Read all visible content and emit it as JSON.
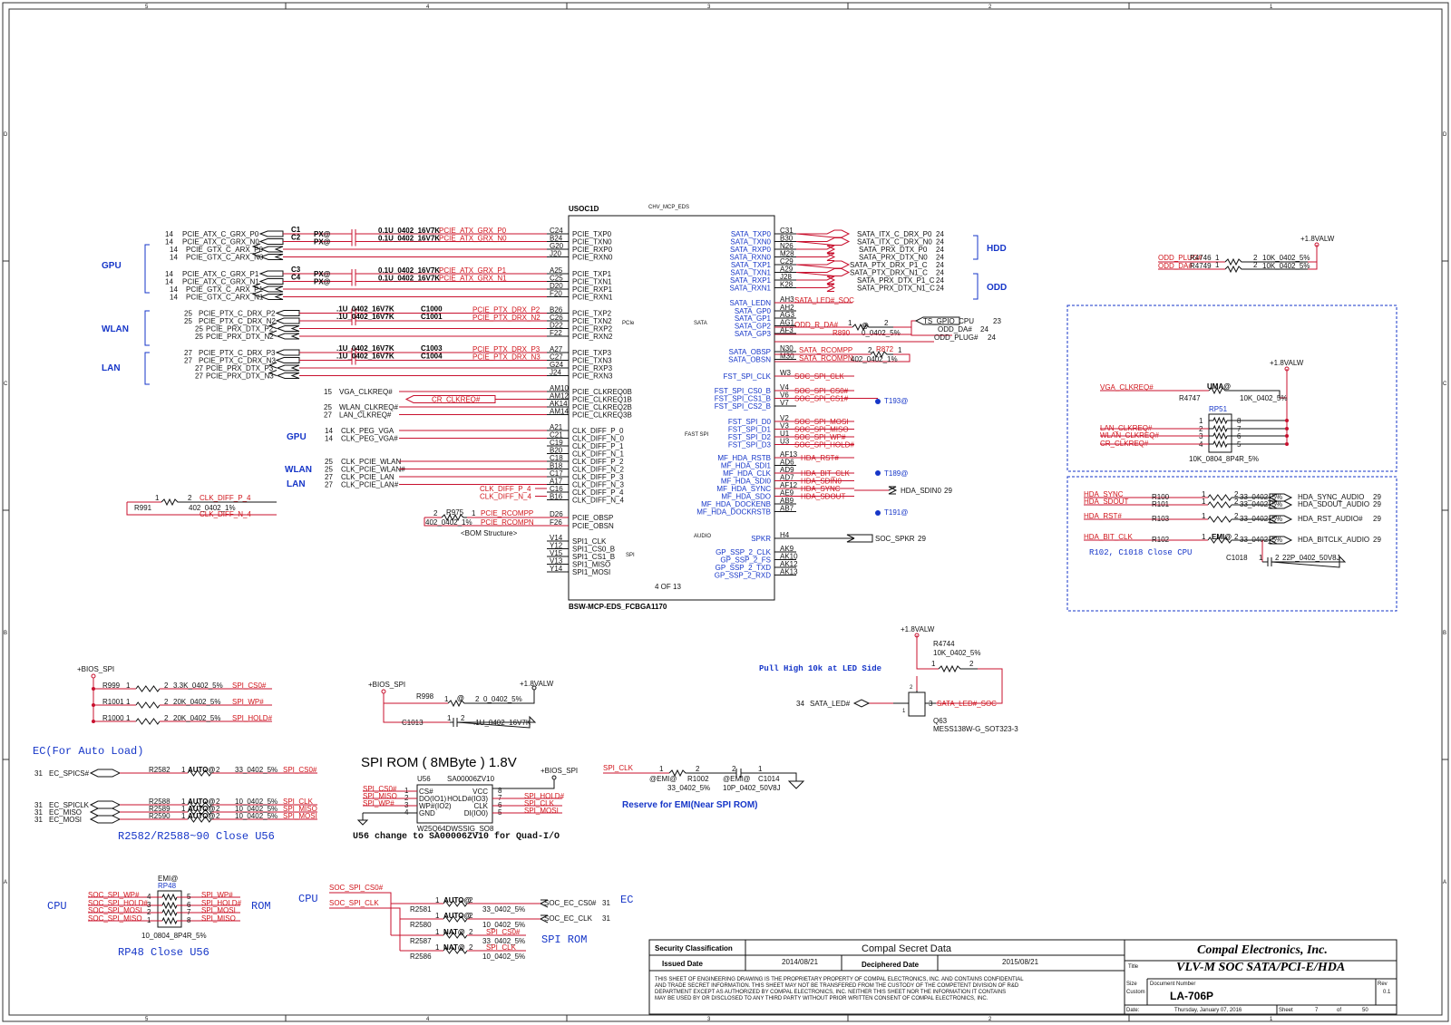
{
  "soc": {
    "ref": "USOC1D",
    "variant": "CHV_MCP_EDS",
    "part": "BSW-MCP-EDS_FCBGA1170",
    "sheet_of": "4 OF 13",
    "sec_pcie": "PCIe",
    "sec_sata": "SATA",
    "sec_fastspi": "FAST SPI",
    "sec_audio": "AUDIO",
    "sec_spi": "SPI",
    "left_pins": [
      {
        "ball": "C24",
        "name": "PCIE_TXP0"
      },
      {
        "ball": "B24",
        "name": "PCIE_TXN0"
      },
      {
        "ball": "G20",
        "name": "PCIE_RXP0"
      },
      {
        "ball": "J20",
        "name": "PCIE_RXN0"
      },
      {
        "ball": "A25",
        "name": "PCIE_TXP1"
      },
      {
        "ball": "C25",
        "name": "PCIE_TXN1"
      },
      {
        "ball": "D20",
        "name": "PCIE_RXP1"
      },
      {
        "ball": "F20",
        "name": "PCIE_RXN1"
      },
      {
        "ball": "B26",
        "name": "PCIE_TXP2"
      },
      {
        "ball": "C26",
        "name": "PCIE_TXN2"
      },
      {
        "ball": "D22",
        "name": "PCIE_RXP2"
      },
      {
        "ball": "F22",
        "name": "PCIE_RXN2"
      },
      {
        "ball": "A27",
        "name": "PCIE_TXP3"
      },
      {
        "ball": "C27",
        "name": "PCIE_TXN3"
      },
      {
        "ball": "G24",
        "name": "PCIE_RXP3"
      },
      {
        "ball": "J24",
        "name": "PCIE_RXN3"
      },
      {
        "ball": "AM10",
        "name": "PCIE_CLKREQ0B"
      },
      {
        "ball": "AM12",
        "name": "PCIE_CLKREQ1B"
      },
      {
        "ball": "AK14",
        "name": "PCIE_CLKREQ2B"
      },
      {
        "ball": "AM14",
        "name": "PCIE_CLKREQ3B"
      },
      {
        "ball": "A21",
        "name": "CLK_DIFF_P_0"
      },
      {
        "ball": "C21",
        "name": "CLK_DIFF_N_0"
      },
      {
        "ball": "C19",
        "name": "CLK_DIFF_P_1"
      },
      {
        "ball": "B20",
        "name": "CLK_DIFF_N_1"
      },
      {
        "ball": "C18",
        "name": "CLK_DIFF_P_2"
      },
      {
        "ball": "B18",
        "name": "CLK_DIFF_N_2"
      },
      {
        "ball": "C17",
        "name": "CLK_DIFF_P_3"
      },
      {
        "ball": "A17",
        "name": "CLK_DIFF_N_3"
      },
      {
        "ball": "C16",
        "name": "CLK_DIFF_P_4"
      },
      {
        "ball": "B16",
        "name": "CLK_DIFF_N_4"
      },
      {
        "ball": "D26",
        "name": "PCIE_OBSP"
      },
      {
        "ball": "F26",
        "name": "PCIE_OBSN"
      },
      {
        "ball": "V14",
        "name": "SPI1_CLK"
      },
      {
        "ball": "Y12",
        "name": "SPI1_CS0_B"
      },
      {
        "ball": "V15",
        "name": "SPI1_CS1_B"
      },
      {
        "ball": "V13",
        "name": "SPI1_MISO"
      },
      {
        "ball": "Y14",
        "name": "SPI1_MOSI"
      }
    ],
    "right_pins": [
      {
        "ball": "C31",
        "name": "SATA_TXP0"
      },
      {
        "ball": "B30",
        "name": "SATA_TXN0"
      },
      {
        "ball": "N26",
        "name": "SATA_RXP0"
      },
      {
        "ball": "M28",
        "name": "SATA_RXN0"
      },
      {
        "ball": "C29",
        "name": "SATA_TXP1"
      },
      {
        "ball": "A29",
        "name": "SATA_TXN1"
      },
      {
        "ball": "J28",
        "name": "SATA_RXP1"
      },
      {
        "ball": "K28",
        "name": "SATA_RXN1"
      },
      {
        "ball": "AH3",
        "name": "SATA_LEDN"
      },
      {
        "ball": "AH2",
        "name": "SATA_GP0"
      },
      {
        "ball": "AG3",
        "name": "SATA_GP1"
      },
      {
        "ball": "AG1",
        "name": "SATA_GP2"
      },
      {
        "ball": "AF3",
        "name": "SATA_GP3"
      },
      {
        "ball": "N30",
        "name": "SATA_OBSP"
      },
      {
        "ball": "M30",
        "name": "SATA_OBSN"
      },
      {
        "ball": "W3",
        "name": "FST_SPI_CLK"
      },
      {
        "ball": "V4",
        "name": "FST_SPI_CS0_B"
      },
      {
        "ball": "V6",
        "name": "FST_SPI_CS1_B"
      },
      {
        "ball": "V7",
        "name": "FST_SPI_CS2_B"
      },
      {
        "ball": "V2",
        "name": "FST_SPI_D0"
      },
      {
        "ball": "V3",
        "name": "FST_SPI_D1"
      },
      {
        "ball": "U1",
        "name": "FST_SPI_D2"
      },
      {
        "ball": "U3",
        "name": "FST_SPI_D3"
      },
      {
        "ball": "AF13",
        "name": "MF_HDA_RSTB"
      },
      {
        "ball": "AD6",
        "name": "MF_HDA_SDI1"
      },
      {
        "ball": "AD9",
        "name": "MF_HDA_CLK"
      },
      {
        "ball": "AD7",
        "name": "MF_HDA_SDI0"
      },
      {
        "ball": "AF12",
        "name": "MF_HDA_SYNC"
      },
      {
        "ball": "AE9",
        "name": "MF_HDA_SDO"
      },
      {
        "ball": "AB9",
        "name": "MF_HDA_DOCKENB"
      },
      {
        "ball": "AB7",
        "name": "MF_HDA_DOCKRSTB"
      },
      {
        "ball": "H4",
        "name": "SPKR"
      },
      {
        "ball": "AK9",
        "name": "GP_SSP_2_CLK"
      },
      {
        "ball": "AK10",
        "name": "GP_SSP_2_FS"
      },
      {
        "ball": "AK12",
        "name": "GP_SSP_2_TXD"
      },
      {
        "ball": "AK13",
        "name": "GP_SSP_2_RXD"
      }
    ]
  },
  "left_nets": [
    {
      "page": "14",
      "name": "PCIE_ATX_C_GRX_P0",
      "cap": "C1",
      "cap_opt": "PX@",
      "cap_val": "0.1U_0402_16V7K",
      "soc_net": "PCIE_ATX_GRX_P0"
    },
    {
      "page": "14",
      "name": "PCIE_ATX_C_GRX_N0",
      "cap": "C2",
      "cap_opt": "PX@",
      "cap_val": "0.1U_0402_16V7K",
      "soc_net": "PCIE_ATX_GRX_N0"
    },
    {
      "page": "14",
      "name": "PCIE_GTX_C_ARX_P0"
    },
    {
      "page": "14",
      "name": "PCIE_GTX_C_ARX_N0"
    },
    {
      "page": "14",
      "name": "PCIE_ATX_C_GRX_P1",
      "cap": "C3",
      "cap_opt": "PX@",
      "cap_val": "0.1U_0402_16V7K",
      "soc_net": "PCIE_ATX_GRX_P1"
    },
    {
      "page": "14",
      "name": "PCIE_ATX_C_GRX_N1",
      "cap": "C4",
      "cap_opt": "PX@",
      "cap_val": "0.1U_0402_16V7K",
      "soc_net": "PCIE_ATX_GRX_N1"
    },
    {
      "page": "14",
      "name": "PCIE_GTX_C_ARX_P1"
    },
    {
      "page": "14",
      "name": "PCIE_GTX_C_ARX_N1"
    },
    {
      "page": "25",
      "name": "PCIE_PTX_C_DRX_P2",
      "cap": "C1000",
      "cap_val": ".1U_0402_16V7K",
      "soc_net": "PCIE_PTX_DRX_P2"
    },
    {
      "page": "25",
      "name": "PCIE_PTX_C_DRX_N2",
      "cap": "C1001",
      "cap_val": ".1U_0402_16V7K",
      "soc_net": "PCIE_PTX_DRX_N2"
    },
    {
      "page": "25",
      "name": "PCIE_PRX_DTX_P2"
    },
    {
      "page": "25",
      "name": "PCIE_PRX_DTX_N2"
    },
    {
      "page": "27",
      "name": "PCIE_PTX_C_DRX_P3",
      "cap": "C1003",
      "cap_val": ".1U_0402_16V7K",
      "soc_net": "PCIE_PTX_DRX_P3"
    },
    {
      "page": "27",
      "name": "PCIE_PTX_C_DRX_N3",
      "cap": "C1004",
      "cap_val": ".1U_0402_16V7K",
      "soc_net": "PCIE_PTX_DRX_N3"
    },
    {
      "page": "27",
      "name": "PCIE_PRX_DTX_P3"
    },
    {
      "page": "27",
      "name": "PCIE_PRX_DTX_N3"
    }
  ],
  "groups": {
    "gpu": "GPU",
    "wlan": "WLAN",
    "lan": "LAN",
    "hdd": "HDD",
    "odd": "ODD"
  },
  "clkreq": [
    {
      "page": "15",
      "name": "VGA_CLKREQ#"
    },
    {
      "name": "CR_CLKREQ#"
    },
    {
      "page": "25",
      "name": "WLAN_CLKREQ#"
    },
    {
      "page": "27",
      "name": "LAN_CLKREQ#"
    }
  ],
  "clk": [
    {
      "page": "14",
      "name": "CLK_PEG_VGA"
    },
    {
      "page": "14",
      "name": "CLK_PEG_VGA#"
    },
    {
      "page": "25",
      "name": "CLK_PCIE_WLAN"
    },
    {
      "page": "25",
      "name": "CLK_PCIE_WLAN#"
    },
    {
      "page": "27",
      "name": "CLK_PCIE_LAN"
    },
    {
      "page": "27",
      "name": "CLK_PCIE_LAN#"
    },
    {
      "name": "CLK_DIFF_P_4"
    },
    {
      "name": "CLK_DIFF_N_4"
    }
  ],
  "r991": {
    "ref": "R991",
    "val": "402_0402_1%",
    "net_p": "CLK_DIFF_P_4",
    "net_n": "CLK_DIFF_N_4",
    "p1": "1",
    "p2": "2"
  },
  "r975": {
    "ref": "R975",
    "val": "402_0402_1%",
    "net_p": "PCIE_RCOMPP",
    "net_n": "PCIE_RCOMPN",
    "note": "<BOM Structure>",
    "p1": "2",
    "p2": "1"
  },
  "sata_nets": [
    {
      "name": "SATA_ITX_C_DRX_P0",
      "page": "24"
    },
    {
      "name": "SATA_ITX_C_DRX_N0",
      "page": "24"
    },
    {
      "name": "SATA_PRX_DTX_P0",
      "page": "24"
    },
    {
      "name": "SATA_PRX_DTX_N0",
      "page": "24"
    },
    {
      "name": "SATA_PTX_DRX_P1_C",
      "page": "24"
    },
    {
      "name": "SATA_PTX_DRX_N1_C",
      "page": "24"
    },
    {
      "name": "SATA_PRX_DTX_P1_C",
      "page": "24"
    },
    {
      "name": "SATA_PRX_DTX_N1_C",
      "page": "24"
    }
  ],
  "sata_misc": {
    "led": "SATA_LED#_SOC",
    "odd_r_da": "ODD_R_DA#",
    "r890": "R890",
    "r890_val": "0_0402_5%",
    "r890_opt": "@",
    "ts_gpio": "TS_GPIO_CPU",
    "ts_page": "23",
    "odd_da": "ODD_DA#",
    "odd_da_page": "24",
    "odd_plug": "ODD_PLUG#",
    "odd_plug_page": "24",
    "rcompp": "SATA_RCOMPP",
    "rcompn": "SATA_RCOMPN",
    "r872": "R872",
    "r872_val": "402_0402_1%",
    "p1": "1",
    "p2": "2"
  },
  "fspi_nets": [
    "SOC_SPI_CLK",
    "SOC_SPI_CS0#",
    "SOC_SPI_CS1#",
    "SOC_SPI_MOSI",
    "SOC_SPI_MISO",
    "SOC_SPI_WP#",
    "SOC_SPI_HOLD#"
  ],
  "hda_nets": [
    "HDA_RST#",
    "HDA_BIT_CLK",
    "HDA_SDIN0",
    "HDA_SYNC",
    "HDA_SDOUT"
  ],
  "hda_sdin0": {
    "name": "HDA_SDIN0",
    "page": "29"
  },
  "testpoints": [
    "T193@",
    "T189@",
    "T191@"
  ],
  "spkr": {
    "name": "SOC_SPKR",
    "page": "29"
  },
  "odd_plug_box": {
    "rail": "+1.8VALW",
    "rows": [
      {
        "net": "ODD_PLUG#",
        "ref": "R4746",
        "val": "10K_0402_5%",
        "p1": "1",
        "p2": "2"
      },
      {
        "net": "ODD_DA#",
        "ref": "R4749",
        "val": "10K_0402_5%",
        "p1": "1",
        "p2": "2"
      }
    ]
  },
  "clkreq_pullups": {
    "rail": "+1.8VALW",
    "vga": "VGA_CLKREQ#",
    "r4747": "R4747",
    "r4747_opt": "UMA@",
    "r4747_val": "10K_0402_5%",
    "rp": "RP51",
    "rp_val": "10K_0804_8P4R_5%",
    "nets": [
      "LAN_CLKREQ#",
      "WLAN_CLKREQ#",
      "CR_CLKREQ#"
    ],
    "pins_l": [
      "1",
      "2",
      "3",
      "4"
    ],
    "pins_r": [
      "8",
      "7",
      "6",
      "5"
    ]
  },
  "hda_series": [
    {
      "net": "HDA_SYNC",
      "ref": "R100",
      "val": "33_0402_5%",
      "out": "HDA_SYNC_AUDIO",
      "page": "29"
    },
    {
      "net": "HDA_SDOUT",
      "ref": "R101",
      "val": "33_0402_5%",
      "out": "HDA_SDOUT_AUDIO",
      "page": "29"
    },
    {
      "net": "HDA_RST#",
      "ref": "R103",
      "val": "33_0402_5%",
      "out": "HDA_RST_AUDIO#",
      "page": "29"
    },
    {
      "net": "HDA_BIT_CLK",
      "ref": "R102",
      "val": "33_0402_5%",
      "opt": "EMI@",
      "out": "HDA_BITCLK_AUDIO",
      "page": "29"
    }
  ],
  "hda_cap": {
    "ref": "C1018",
    "val": "22P_0402_50V8J",
    "note": "R102, C1018 Close CPU",
    "p1": "1",
    "p2": "2"
  },
  "led_ckt": {
    "rail": "+1.8VALW",
    "ref": "R4744",
    "val": "10K_0402_5%",
    "note": "Pull High 10k at LED Side",
    "net_in": "SATA_LED#",
    "page": "34",
    "net_out": "SATA_LED#_SOC",
    "q": "Q63",
    "q_part": "MESS138W-G_SOT323-3",
    "p1": "1",
    "p2": "2",
    "q_g": "1",
    "q_d": "2",
    "q_s": "3"
  },
  "bios_pullups": {
    "rail": "+BIOS_SPI",
    "rows": [
      {
        "ref": "R999",
        "val": "3.3K_0402_5%",
        "net": "SPI_CS0#"
      },
      {
        "ref": "R1001",
        "val": "20K_0402_5%",
        "net": "SPI_WP#"
      },
      {
        "ref": "R1000",
        "val": "20K_0402_5%",
        "net": "SPI_HOLD#"
      }
    ]
  },
  "bios_cap": {
    "rail_in": "+BIOS_SPI",
    "ref": "R998",
    "opt": "@",
    "val": "0_0402_5%",
    "rail_out": "+1.8VALW",
    "cap": "C1013",
    "cap_val": ".1U_0402_16V7K"
  },
  "ec": {
    "title": "EC(For Auto Load)",
    "rows": [
      {
        "page": "31",
        "net": "EC_SPICS#",
        "ref": "R2582",
        "opt": "AUTO@",
        "val": "33_0402_5%",
        "out": "SPI_CS0#"
      },
      {
        "page": "31",
        "net": "EC_SPICLK",
        "ref": "R2588",
        "opt": "AUTO@",
        "val": "10_0402_5%",
        "out": "SPI_CLK"
      },
      {
        "page": "31",
        "net": "EC_MISO",
        "ref": "R2589",
        "opt": "AUTO@",
        "val": "10_0402_5%",
        "out": "SPI_MISO"
      },
      {
        "page": "31",
        "net": "EC_MOSI",
        "ref": "R2590",
        "opt": "AUTO@",
        "val": "10_0402_5%",
        "out": "SPI_MOSI"
      }
    ],
    "note": "R2582/R2588~90 Close U56"
  },
  "spirom": {
    "title": "SPI ROM ( 8MByte ) 1.8V",
    "ref": "U56",
    "pn": "SA00006ZV10",
    "part": "W25Q64DWSSIG_SO8",
    "rail": "+BIOS_SPI",
    "left": [
      {
        "net": "SPI_CS0#",
        "pin": "1",
        "fn": "CS#"
      },
      {
        "net": "SPI_MISO",
        "pin": "2",
        "fn": "DO(IO1)"
      },
      {
        "net": "SPI_WP#",
        "pin": "3",
        "fn": "WP#(IO2)"
      },
      {
        "pin": "4",
        "fn": "GND"
      }
    ],
    "right": [
      {
        "pin": "8",
        "fn": "VCC"
      },
      {
        "pin": "7",
        "fn": "HOLD#(IO3)",
        "net": "SPI_HOLD#"
      },
      {
        "pin": "6",
        "fn": "CLK",
        "net": "SPI_CLK"
      },
      {
        "pin": "5",
        "fn": "DI(IO0)",
        "net": "SPI_MOSI"
      }
    ],
    "note": "U56 change to SA00006ZV10 for Quad-I/O"
  },
  "emi": {
    "net": "SPI_CLK",
    "ref": "R1002",
    "opt": "@EMI@",
    "val": "33_0402_5%",
    "cap": "C1014",
    "cap_opt": "@EMI@",
    "cap_val": "10P_0402_50V8J",
    "note": "Reserve for EMI(Near SPI ROM)",
    "p1": "1",
    "p2": "2"
  },
  "rp48": {
    "opt": "EMI@",
    "ref": "RP48",
    "val": "10_0804_8P4R_5%",
    "left": [
      "SOC_SPI_WP#",
      "SOC_SPI_HOLD#",
      "SOC_SPI_MOSI",
      "SOC_SPI_MISO"
    ],
    "right": [
      "SPI_WP#",
      "SPI_HOLD#",
      "SPI_MOSI",
      "SPI_MISO"
    ],
    "pins_l": [
      "4",
      "3",
      "2",
      "1"
    ],
    "pins_r": [
      "5",
      "6",
      "7",
      "8"
    ],
    "from": "CPU",
    "to": "ROM",
    "note": "RP48 Close U56"
  },
  "cs_clk": {
    "from": "CPU",
    "in_cs": "SOC_SPI_CS0#",
    "in_clk": "SOC_SPI_CLK",
    "rows": [
      {
        "ref": "R2581",
        "opt": "AUTO@",
        "val": "33_0402_5%",
        "out": "SOC_EC_CS0#",
        "page": "31"
      },
      {
        "ref": "R2580",
        "opt": "AUTO@",
        "val": "10_0402_5%",
        "out": "SOC_EC_CLK",
        "page": "31"
      },
      {
        "ref": "R2587",
        "opt": "NAT@",
        "val": "33_0402_5%",
        "out": "SPI_CS0#"
      },
      {
        "ref": "R2586",
        "opt": "NAT@",
        "val": "10_0402_5%",
        "out": "SPI_CLK"
      }
    ],
    "ec": "EC",
    "rom": "SPI ROM"
  },
  "titleblock": {
    "security_label": "Security Classification",
    "security_value": "Compal Secret Data",
    "issued_label": "Issued Date",
    "issued_value": "2014/08/21",
    "deciphered_label": "Deciphered Date",
    "deciphered_value": "2015/08/21",
    "company": "Compal Electronics, Inc.",
    "title_label": "Title",
    "title_value": "VLV-M SOC SATA/PCI-E/HDA",
    "size_label": "Size",
    "size_value": "Custom",
    "docnum_label": "Document Number",
    "docnum_value": "LA-706P",
    "rev_label": "Rev",
    "rev_value": "0.1",
    "date_label": "Date:",
    "date_value": "Thursday, January 07, 2016",
    "sheet_label": "Sheet",
    "sheet_value": "7",
    "of_label": "of",
    "of_value": "50",
    "disclaimer": [
      "THIS SHEET OF ENGINEERING DRAWING IS THE PROPRIETARY PROPERTY OF COMPAL ELECTRONICS, INC. AND CONTAINS CONFIDENTIAL",
      "AND TRADE SECRET INFORMATION. THIS SHEET MAY NOT BE TRANSFERED FROM THE CUSTODY OF THE COMPETENT DIVISION OF R&D",
      "DEPARTMENT EXCEPT AS AUTHORIZED BY COMPAL ELECTRONICS, INC. NEITHER THIS SHEET NOR THE INFORMATION IT CONTAINS",
      "MAY BE USED BY OR DISCLOSED TO ANY THIRD PARTY WITHOUT PRIOR WRITTEN CONSENT OF COMPAL ELECTRONICS, INC."
    ]
  },
  "zones": {
    "top": [
      "5",
      "4",
      "3",
      "2",
      "1"
    ],
    "side": [
      "D",
      "C",
      "B",
      "A"
    ]
  }
}
